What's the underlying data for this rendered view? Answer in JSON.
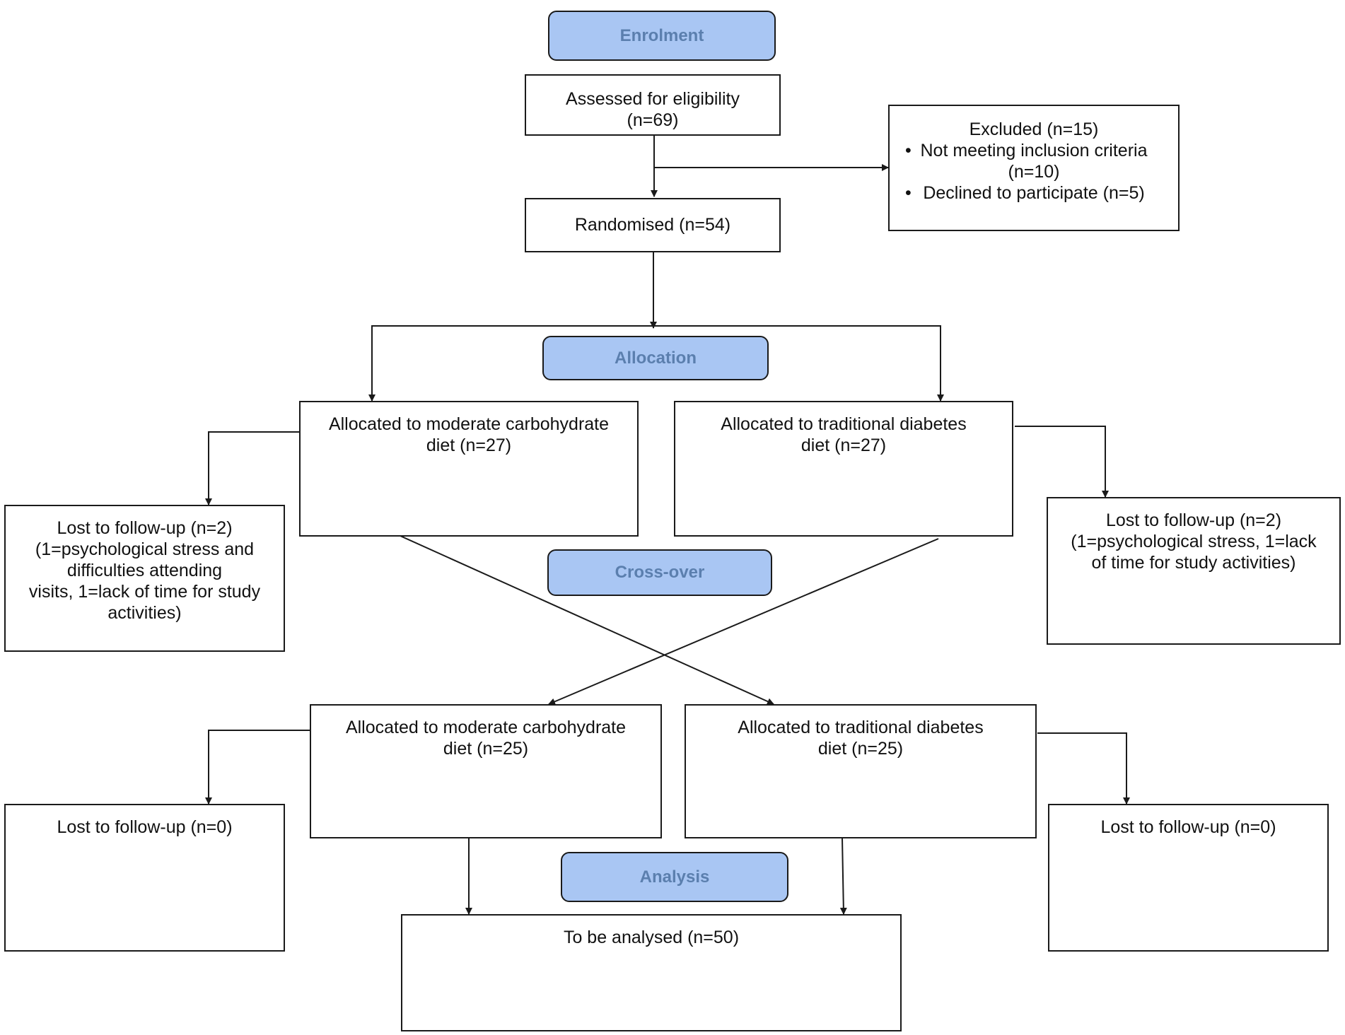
{
  "stages": {
    "enrolment": "Enrolment",
    "allocation": "Allocation",
    "crossover": "Cross-over",
    "analysis": "Analysis"
  },
  "assessed": {
    "line1": "Assessed for eligibility",
    "line2": "(n=69)"
  },
  "excluded": {
    "title": "Excluded (n=15)",
    "bullet_marker": "•",
    "item1_line1": "Not meeting inclusion criteria",
    "item1_line2": "(n=10)",
    "item2": "Declined to participate (n=5)"
  },
  "randomised": "Randomised (n=54)",
  "period1": {
    "left": {
      "line1": "Allocated to moderate carbohydrate",
      "line2": "diet (n=27)"
    },
    "right": {
      "line1": "Allocated to traditional diabetes",
      "line2": "diet  (n=27)"
    },
    "lost_left": {
      "line1": "Lost to follow-up (n=2)",
      "line2": "(1=psychological stress and",
      "line3": "difficulties attending",
      "line4": "visits, 1=lack of time for study",
      "line5": "activities)"
    },
    "lost_right": {
      "line1": "Lost to follow-up (n=2)",
      "line2": "(1=psychological stress, 1=lack",
      "line3": "of time for study activities)"
    }
  },
  "period2": {
    "left": {
      "line1": "Allocated to moderate carbohydrate",
      "line2": "diet (n=25)"
    },
    "right": {
      "line1": "Allocated to traditional diabetes",
      "line2": "diet (n=25)"
    },
    "lost_left": "Lost to follow-up (n=0)",
    "lost_right": "Lost to follow-up (n=0)"
  },
  "analysed": "To be analysed (n=50)"
}
